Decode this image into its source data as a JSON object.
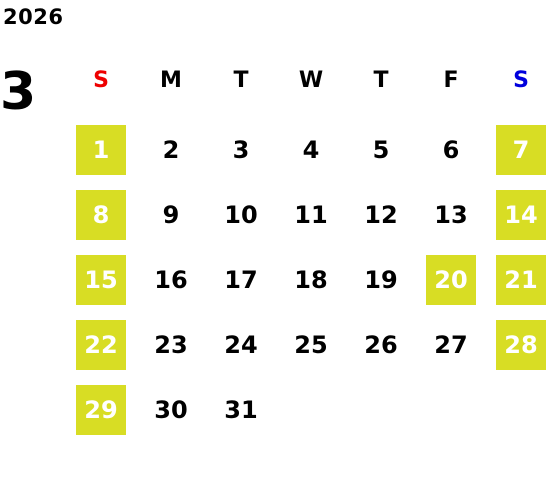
{
  "calendar": {
    "year": "2026",
    "month": "3",
    "weekdays": [
      {
        "label": "S",
        "color": "#ee0000"
      },
      {
        "label": "M",
        "color": "#000000"
      },
      {
        "label": "T",
        "color": "#000000"
      },
      {
        "label": "W",
        "color": "#000000"
      },
      {
        "label": "T",
        "color": "#000000"
      },
      {
        "label": "F",
        "color": "#000000"
      },
      {
        "label": "S",
        "color": "#0000dd"
      }
    ],
    "highlight_color": "#d8dd24",
    "first_weekday_index": 0,
    "days": [
      {
        "label": "1",
        "highlighted": true
      },
      {
        "label": "2",
        "highlighted": false
      },
      {
        "label": "3",
        "highlighted": false
      },
      {
        "label": "4",
        "highlighted": false
      },
      {
        "label": "5",
        "highlighted": false
      },
      {
        "label": "6",
        "highlighted": false
      },
      {
        "label": "7",
        "highlighted": true
      },
      {
        "label": "8",
        "highlighted": true
      },
      {
        "label": "9",
        "highlighted": false
      },
      {
        "label": "10",
        "highlighted": false
      },
      {
        "label": "11",
        "highlighted": false
      },
      {
        "label": "12",
        "highlighted": false
      },
      {
        "label": "13",
        "highlighted": false
      },
      {
        "label": "14",
        "highlighted": true
      },
      {
        "label": "15",
        "highlighted": true
      },
      {
        "label": "16",
        "highlighted": false
      },
      {
        "label": "17",
        "highlighted": false
      },
      {
        "label": "18",
        "highlighted": false
      },
      {
        "label": "19",
        "highlighted": false
      },
      {
        "label": "20",
        "highlighted": true
      },
      {
        "label": "21",
        "highlighted": true
      },
      {
        "label": "22",
        "highlighted": true
      },
      {
        "label": "23",
        "highlighted": false
      },
      {
        "label": "24",
        "highlighted": false
      },
      {
        "label": "25",
        "highlighted": false
      },
      {
        "label": "26",
        "highlighted": false
      },
      {
        "label": "27",
        "highlighted": false
      },
      {
        "label": "28",
        "highlighted": true
      },
      {
        "label": "29",
        "highlighted": true
      },
      {
        "label": "30",
        "highlighted": false
      },
      {
        "label": "31",
        "highlighted": false
      }
    ]
  }
}
